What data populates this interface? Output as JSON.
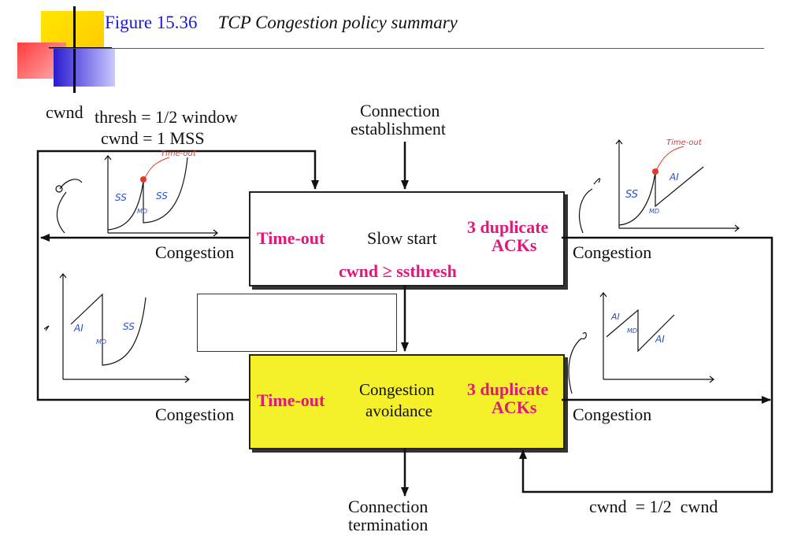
{
  "figure": {
    "number": "Figure 15.36",
    "caption": "TCP Congestion policy summary"
  },
  "labels": {
    "cwnd_word": "cwnd",
    "thresh_half": "thresh = 1/2 window",
    "cwnd_one_mss": "cwnd = 1 MSS",
    "conn_establish_1": "Connection",
    "conn_establish_2": "establishment",
    "conn_term_1": "Connection",
    "conn_term_2": "termination",
    "cwnd_half": "cwnd  = 1/2  cwnd",
    "congestion_tl": "Congestion",
    "congestion_tr": "Congestion",
    "congestion_bl": "Congestion",
    "congestion_br": "Congestion"
  },
  "slow_start_box": {
    "timeout": "Time-out",
    "state": "Slow start",
    "dupacks_1": "3 duplicate",
    "dupacks_2": "ACKs",
    "transition": "cwnd ≥ ssthresh"
  },
  "cong_avoid_box": {
    "timeout": "Time-out",
    "state_1": "Congestion",
    "state_2": "avoidance",
    "dupacks_1": "3 duplicate",
    "dupacks_2": "ACKs"
  },
  "annotations": {
    "ss": "SS",
    "md": "MD",
    "ai": "AI",
    "timeout": "Time-out"
  },
  "colors": {
    "yellow_fill": "#f4f12a",
    "pink_text": "#e0187a",
    "blue_ink": "#2a4fc8",
    "red_ink": "#e03a2a"
  }
}
